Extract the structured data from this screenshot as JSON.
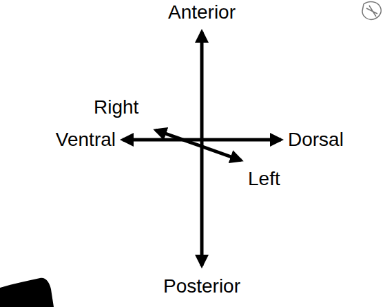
{
  "diagram": {
    "labels": [
      "Anterior",
      "Right",
      "Ventral",
      "Dorsal",
      "Left",
      "Posterior"
    ]
  }
}
